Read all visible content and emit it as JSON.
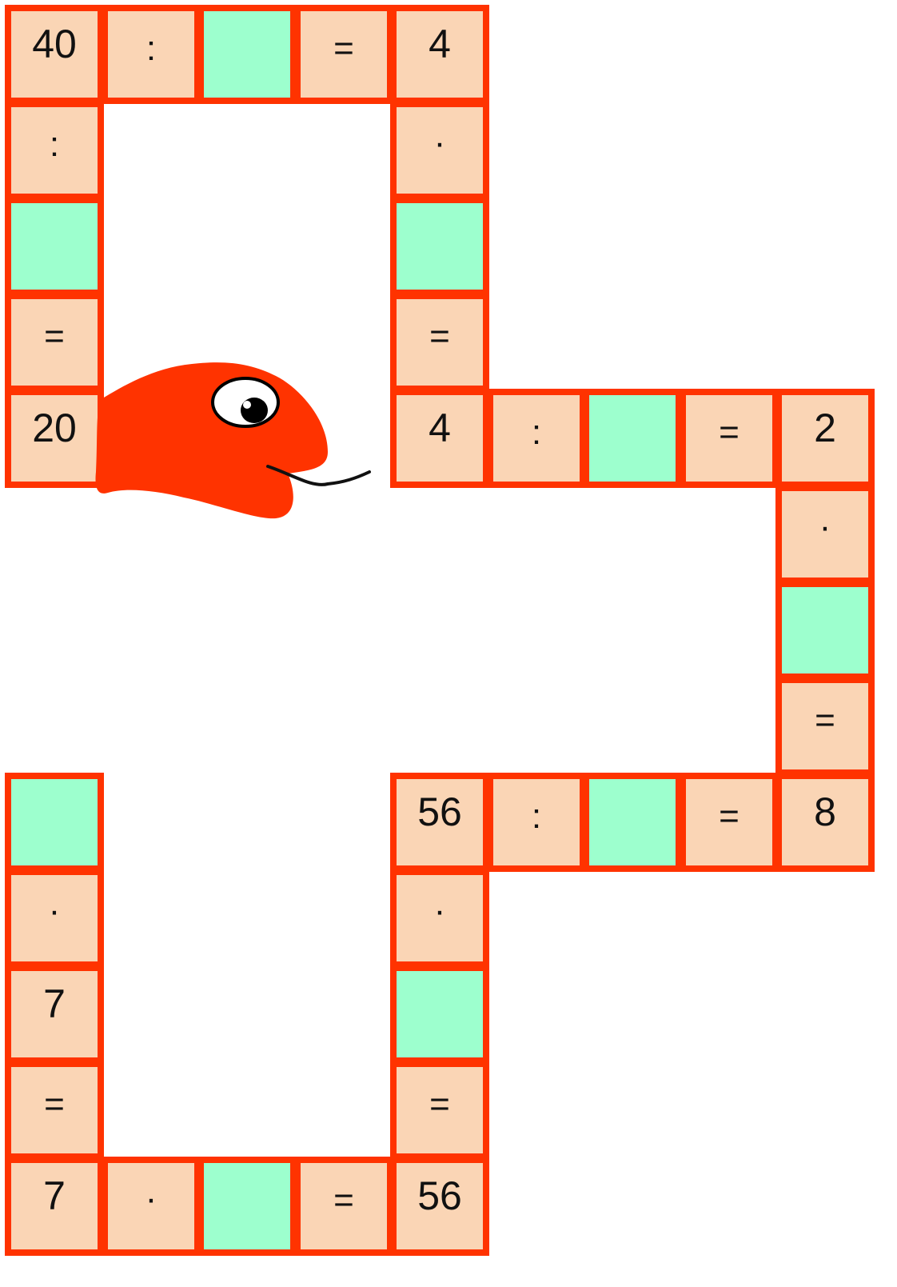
{
  "colors": {
    "frame": "#ff3300",
    "cell": "#fad5b5",
    "blank": "#9dffce",
    "snake": "#ff3300"
  },
  "cells": [
    {
      "col": 0,
      "row": 0,
      "text": "40"
    },
    {
      "col": 1,
      "row": 0,
      "text": ":"
    },
    {
      "col": 2,
      "row": 0,
      "text": "",
      "blank": true
    },
    {
      "col": 3,
      "row": 0,
      "text": "="
    },
    {
      "col": 4,
      "row": 0,
      "text": "4"
    },
    {
      "col": 0,
      "row": 1,
      "text": ":"
    },
    {
      "col": 4,
      "row": 1,
      "text": "·"
    },
    {
      "col": 0,
      "row": 2,
      "text": "",
      "blank": true
    },
    {
      "col": 4,
      "row": 2,
      "text": "",
      "blank": true
    },
    {
      "col": 0,
      "row": 3,
      "text": "="
    },
    {
      "col": 4,
      "row": 3,
      "text": "="
    },
    {
      "col": 0,
      "row": 4,
      "text": "20"
    },
    {
      "col": 4,
      "row": 4,
      "text": "4"
    },
    {
      "col": 5,
      "row": 4,
      "text": ":"
    },
    {
      "col": 6,
      "row": 4,
      "text": "",
      "blank": true
    },
    {
      "col": 7,
      "row": 4,
      "text": "="
    },
    {
      "col": 8,
      "row": 4,
      "text": "2"
    },
    {
      "col": 8,
      "row": 5,
      "text": "·"
    },
    {
      "col": 8,
      "row": 6,
      "text": "",
      "blank": true
    },
    {
      "col": 8,
      "row": 7,
      "text": "="
    },
    {
      "col": 0,
      "row": 8,
      "text": "",
      "blank": true
    },
    {
      "col": 4,
      "row": 8,
      "text": "56"
    },
    {
      "col": 5,
      "row": 8,
      "text": ":"
    },
    {
      "col": 6,
      "row": 8,
      "text": "",
      "blank": true
    },
    {
      "col": 7,
      "row": 8,
      "text": "="
    },
    {
      "col": 8,
      "row": 8,
      "text": "8"
    },
    {
      "col": 0,
      "row": 9,
      "text": "·"
    },
    {
      "col": 4,
      "row": 9,
      "text": "·"
    },
    {
      "col": 0,
      "row": 10,
      "text": "7"
    },
    {
      "col": 4,
      "row": 10,
      "text": "",
      "blank": true
    },
    {
      "col": 0,
      "row": 11,
      "text": "="
    },
    {
      "col": 4,
      "row": 11,
      "text": "="
    },
    {
      "col": 0,
      "row": 12,
      "text": "7"
    },
    {
      "col": 1,
      "row": 12,
      "text": "·"
    },
    {
      "col": 2,
      "row": 12,
      "text": "",
      "blank": true
    },
    {
      "col": 3,
      "row": 12,
      "text": "="
    },
    {
      "col": 4,
      "row": 12,
      "text": "56"
    }
  ]
}
